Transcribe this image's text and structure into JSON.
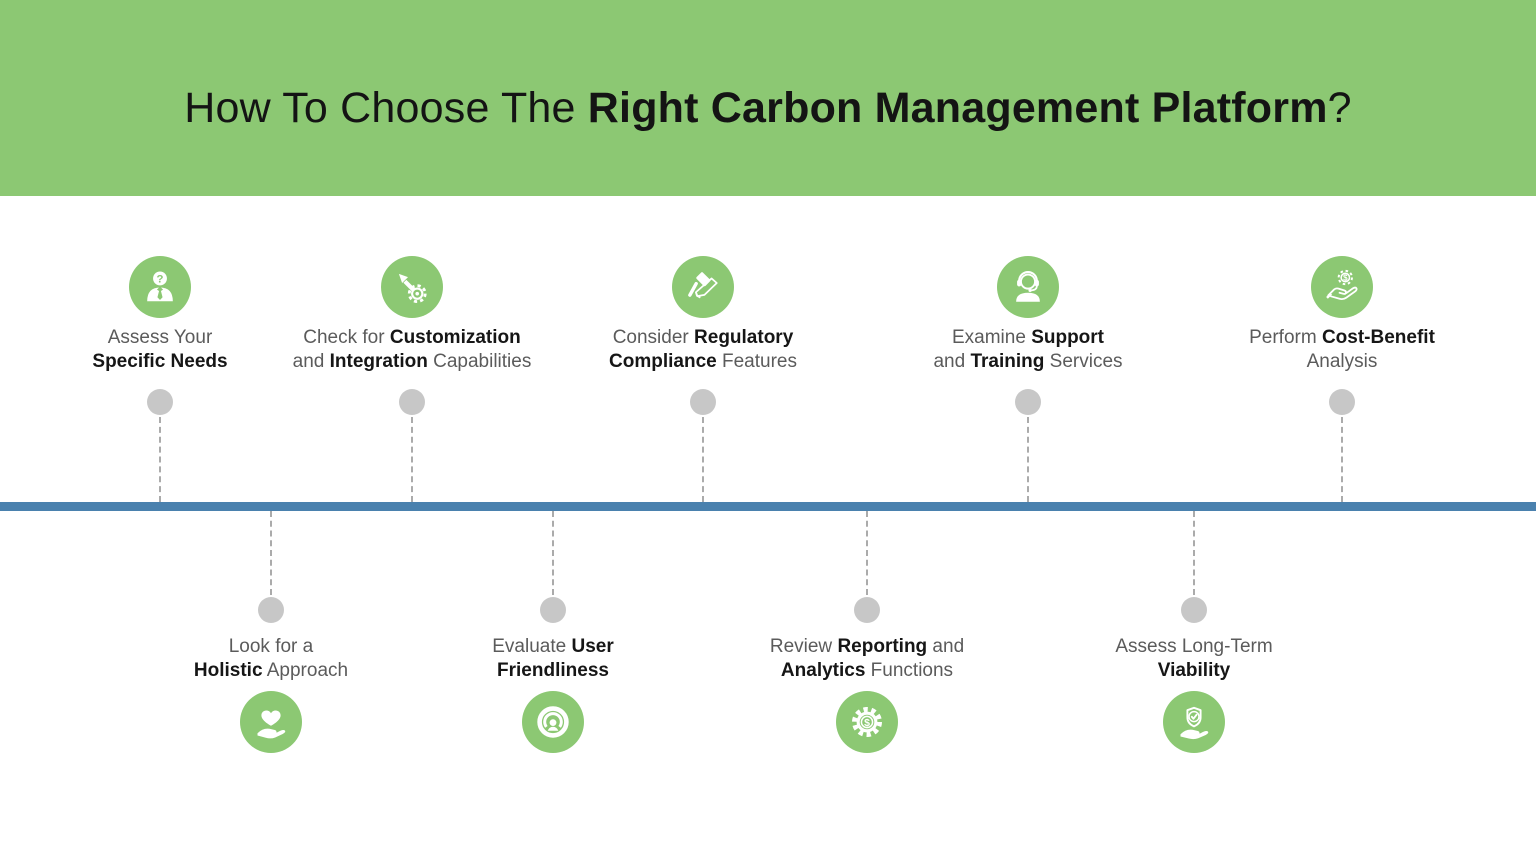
{
  "colors": {
    "header_bg": "#8CC873",
    "icon_bg": "#8CC873",
    "timeline_bar": "#4A81AE",
    "dot": "#C7C7C7",
    "text_normal": "#5B5B5B",
    "text_bold": "#161616"
  },
  "header": {
    "title_prefix": "How To Choose The ",
    "title_emphasis": "Right Carbon Management Platform",
    "title_suffix": "?"
  },
  "top_items": [
    {
      "icon": "person-question-icon",
      "line1": [
        {
          "text": "Assess Your",
          "bold": false
        }
      ],
      "line2": [
        {
          "text": "Specific Needs",
          "bold": true
        }
      ]
    },
    {
      "icon": "pencil-gear-icon",
      "line1": [
        {
          "text": "Check for ",
          "bold": false
        },
        {
          "text": "Customization",
          "bold": true
        }
      ],
      "line2": [
        {
          "text": "and ",
          "bold": false
        },
        {
          "text": "Integration",
          "bold": true
        },
        {
          "text": " Capabilities",
          "bold": false
        }
      ]
    },
    {
      "icon": "gavel-compliance-icon",
      "line1": [
        {
          "text": "Consider ",
          "bold": false
        },
        {
          "text": "Regulatory",
          "bold": true
        }
      ],
      "line2": [
        {
          "text": "Compliance",
          "bold": true
        },
        {
          "text": " Features",
          "bold": false
        }
      ]
    },
    {
      "icon": "support-headset-icon",
      "line1": [
        {
          "text": "Examine ",
          "bold": false
        },
        {
          "text": "Support",
          "bold": true
        }
      ],
      "line2": [
        {
          "text": "and ",
          "bold": false
        },
        {
          "text": "Training",
          "bold": true
        },
        {
          "text": " Services",
          "bold": false
        }
      ]
    },
    {
      "icon": "hand-gear-dollar-icon",
      "line1": [
        {
          "text": "Perform ",
          "bold": false
        },
        {
          "text": "Cost-Benefit",
          "bold": true
        }
      ],
      "line2": [
        {
          "text": "Analysis",
          "bold": false
        }
      ]
    }
  ],
  "bottom_items": [
    {
      "icon": "hand-heart-icon",
      "line1": [
        {
          "text": "Look for a",
          "bold": false
        }
      ],
      "line2": [
        {
          "text": "Holistic",
          "bold": true
        },
        {
          "text": " Approach",
          "bold": false
        }
      ]
    },
    {
      "icon": "user-focus-icon",
      "line1": [
        {
          "text": "Evaluate ",
          "bold": false
        },
        {
          "text": "User",
          "bold": true
        }
      ],
      "line2": [
        {
          "text": "Friendliness",
          "bold": true
        }
      ]
    },
    {
      "icon": "gear-dollar-icon",
      "line1": [
        {
          "text": "Review ",
          "bold": false
        },
        {
          "text": "Reporting",
          "bold": true
        },
        {
          "text": " and",
          "bold": false
        }
      ],
      "line2": [
        {
          "text": "Analytics",
          "bold": true
        },
        {
          "text": " Functions",
          "bold": false
        }
      ]
    },
    {
      "icon": "hand-shield-check-icon",
      "line1": [
        {
          "text": "Assess Long-Term",
          "bold": false
        }
      ],
      "line2": [
        {
          "text": "Viability",
          "bold": true
        }
      ]
    }
  ]
}
